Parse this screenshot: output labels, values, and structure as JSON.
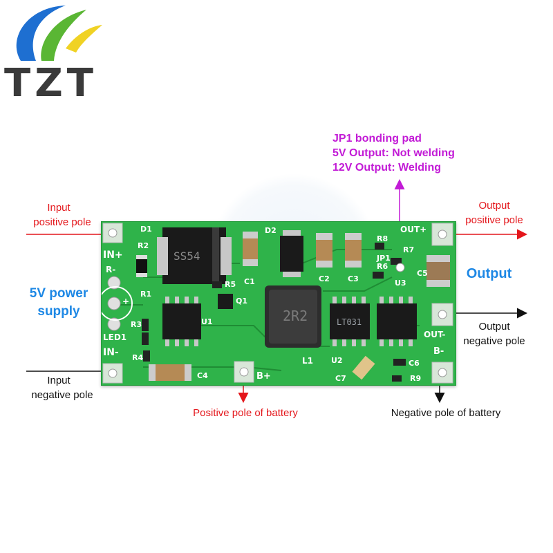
{
  "logo": {
    "text": "TZT"
  },
  "annotations": {
    "jp1_title": "JP1 bonding pad",
    "jp1_line1": "5V Output: Not welding",
    "jp1_line2": "12V Output: Welding",
    "input_pos_1": "Input",
    "input_pos_2": "positive pole",
    "input_neg_1": "Input",
    "input_neg_2": "negative pole",
    "power_1": "5V power",
    "power_2": "supply",
    "output_pos_1": "Output",
    "output_pos_2": "positive pole",
    "output": "Output",
    "output_neg_1": "Output",
    "output_neg_2": "negative pole",
    "battery_pos": "Positive pole of battery",
    "battery_neg": "Negative pole of battery"
  },
  "board": {
    "in_plus": "IN+",
    "in_minus": "IN-",
    "r_minus": "R-",
    "plus": "+",
    "led1": "LED1",
    "out_plus": "OUT+",
    "out_minus": "OUT-",
    "b_plus": "B+",
    "b_minus": "B-",
    "d1": "D1",
    "d2": "D2",
    "r2": "R2",
    "r1": "R1",
    "r3": "R3",
    "r4": "R4",
    "r5": "R5",
    "q1": "Q1",
    "u1": "U1",
    "c1": "C1",
    "c2": "C2",
    "c3": "C3",
    "c4": "C4",
    "c5": "C5",
    "c6": "C6",
    "c7": "C7",
    "l1": "L1",
    "u2": "U2",
    "u3": "U3",
    "r6": "R6",
    "r7": "R7",
    "r8": "R8",
    "r9": "R9",
    "jp1": "JP1",
    "ss54": "SS54",
    "lt031": "LT031",
    "inductor_mark": "2R2"
  },
  "colors": {
    "board": "#2fb34a",
    "arrow_red": "#e4161b",
    "label_blue": "#1e88e5",
    "purple": "#c21bd6"
  }
}
